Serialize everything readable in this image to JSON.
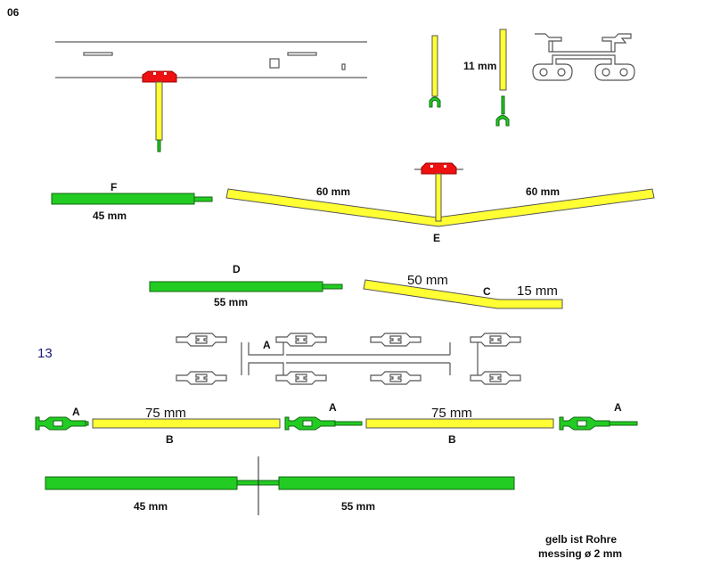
{
  "page_numbers": {
    "top": "06",
    "middle": "13"
  },
  "labels": {
    "eleven_mm": "11 mm",
    "F": "F",
    "F_len": "45 mm",
    "v_left": "60 mm",
    "v_right": "60 mm",
    "E": "E",
    "D": "D",
    "D_len": "55 mm",
    "C_a": "50 mm",
    "C": "C",
    "C_b": "15 mm",
    "sprue_A": "A",
    "A1": "A",
    "B1_len": "75 mm",
    "B1": "B",
    "A2": "A",
    "B2_len": "75 mm",
    "B2": "B",
    "A3": "A",
    "bottom_left": "45 mm",
    "bottom_right": "55 mm"
  },
  "note": {
    "line1": "gelb ist Rohre",
    "line2": "messing ø 2 mm"
  },
  "colors": {
    "yellow": "#ffff33",
    "green": "#22cc22",
    "red": "#ee1111",
    "number": "#1a1a7a"
  }
}
